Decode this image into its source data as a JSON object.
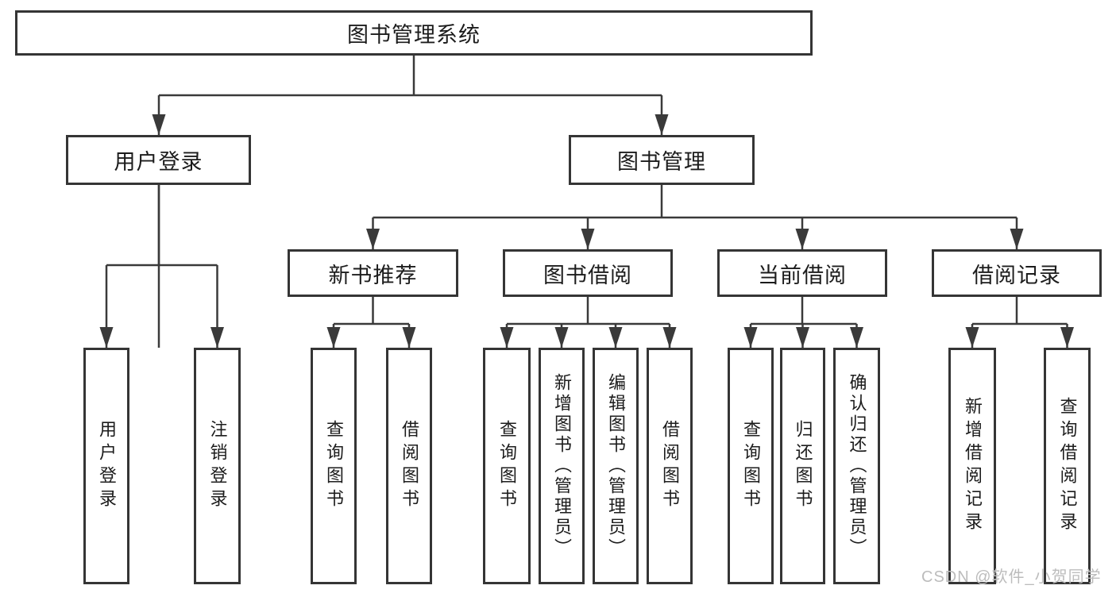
{
  "tree": {
    "root": {
      "label": "图书管理系统"
    },
    "user_login": {
      "label": "用户登录",
      "children": [
        {
          "label": "用户登录"
        },
        {
          "label": "注销登录"
        }
      ]
    },
    "book_management": {
      "label": "图书管理",
      "sections": [
        {
          "label": "新书推荐",
          "children": [
            {
              "label": "查询图书"
            },
            {
              "label": "借阅图书"
            }
          ]
        },
        {
          "label": "图书借阅",
          "children": [
            {
              "label": "查询图书"
            },
            {
              "label": "新增图书（管理员）"
            },
            {
              "label": "编辑图书（管理员）"
            },
            {
              "label": "借阅图书"
            }
          ]
        },
        {
          "label": "当前借阅",
          "children": [
            {
              "label": "查询图书"
            },
            {
              "label": "归还图书"
            },
            {
              "label": "确认归还（管理员）"
            }
          ]
        },
        {
          "label": "借阅记录",
          "children": [
            {
              "label": "新增借阅记录"
            },
            {
              "label": "查询借阅记录"
            }
          ]
        }
      ]
    }
  },
  "watermark": {
    "text": "CSDN @软件_小贺同学"
  },
  "colors": {
    "line": "#3a3a3a",
    "box_border": "#353535",
    "box_fill": "#ffffff",
    "text": "#1c1c1c",
    "watermark": "#bcbcbc"
  }
}
